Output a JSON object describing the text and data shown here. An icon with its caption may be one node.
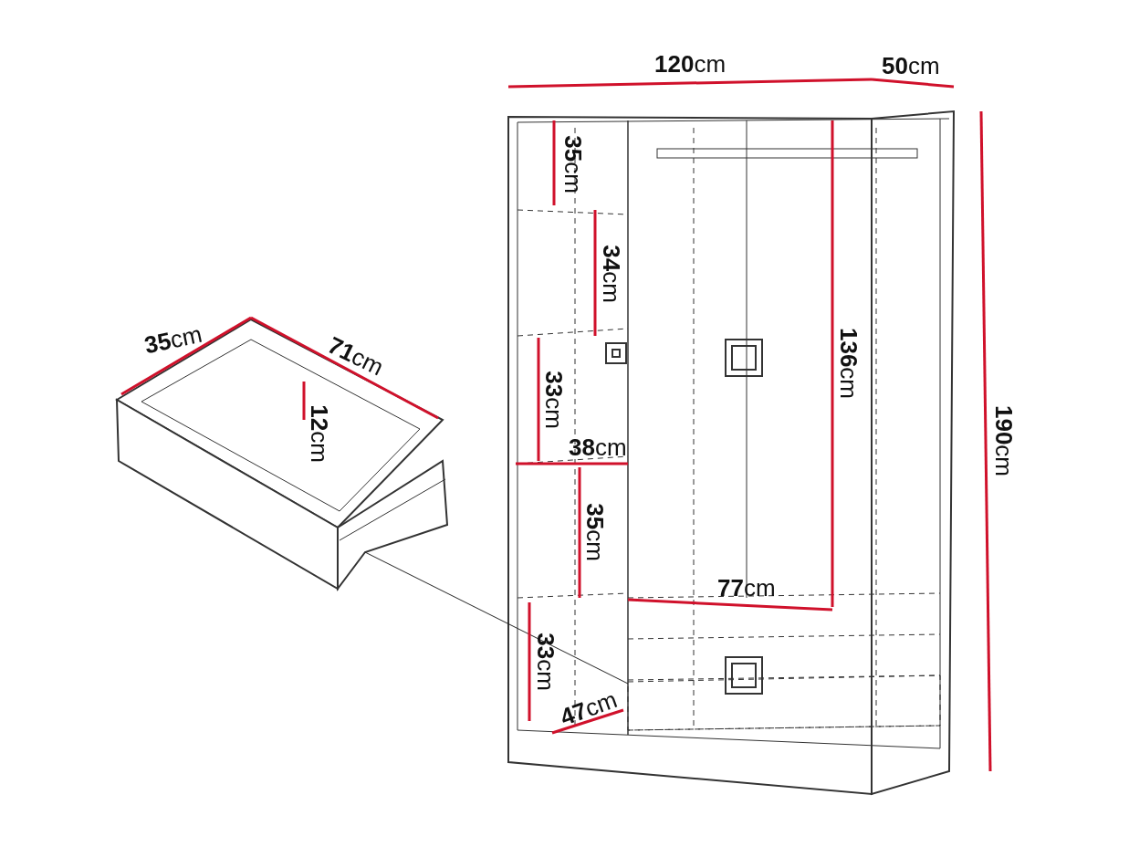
{
  "diagram": {
    "nodes": [
      {
        "text": [],
        "shape": "picture"
      },
      {
        "text": [],
        "shape": "box"
      }
    ],
    "edges": [
      {
        "from": 0,
        "to": 1,
        "arrow": "none"
      }
    ],
    "labels": [
      "**120**cm",
      "**50**cm",
      "**35**cm",
      "**34**cm",
      "**35**cm",
      "**71**cm",
      "**136**cm",
      "**33**cm",
      "**12**cm",
      "**190**cm",
      "**38**cm",
      "**35**cm",
      "**77**cm",
      "**33**cm",
      "**47**cm"
    ]
  }
}
